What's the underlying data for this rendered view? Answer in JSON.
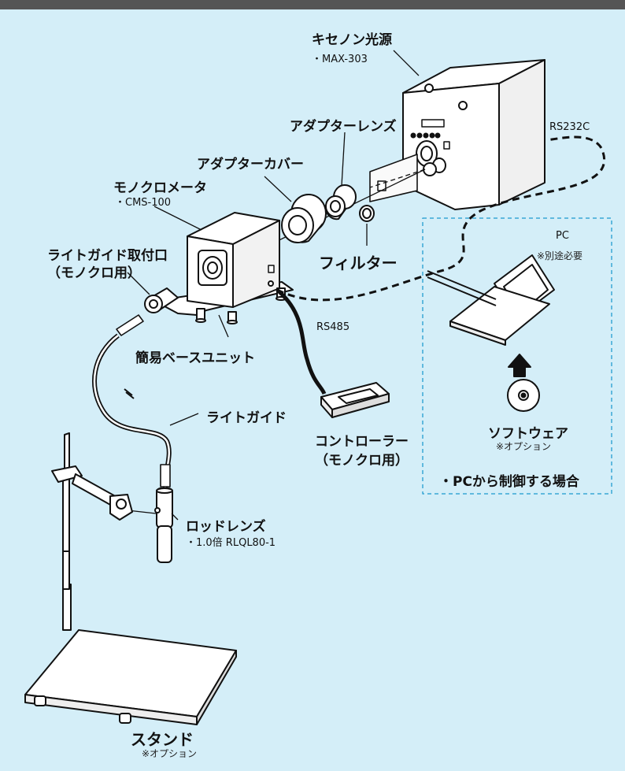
{
  "labels": {
    "xenon": "キセノン光源",
    "xenon_model": "・MAX-303",
    "adapter_lens": "アダプターレンズ",
    "adapter_cover": "アダプターカバー",
    "mono": "モノクロメータ",
    "mono_model": "・CMS-100",
    "filter": "フィルター",
    "lg_port_1": "ライトガイド取付口",
    "lg_port_2": "（モノクロ用）",
    "base": "簡易ベースユニット",
    "rs485": "RS485",
    "rs232c": "RS232C",
    "pc": "PC",
    "pc_note": "※別途必要",
    "software": "ソフトウェア",
    "software_note": "※オプション",
    "controller_1": "コントローラー",
    "controller_2": "（モノクロ用）",
    "pc_control": "・PCから制御する場合",
    "light_guide": "ライトガイド",
    "rod_lens": "ロッドレンズ",
    "rod_model": "・1.0倍 RLQL80-1",
    "stand": "スタンド",
    "stand_note": "※オプション"
  },
  "colors": {
    "background": "#d4eef8",
    "header_bar": "#555555",
    "pc_box_border": "#3aa7d6",
    "line": "#111111"
  }
}
